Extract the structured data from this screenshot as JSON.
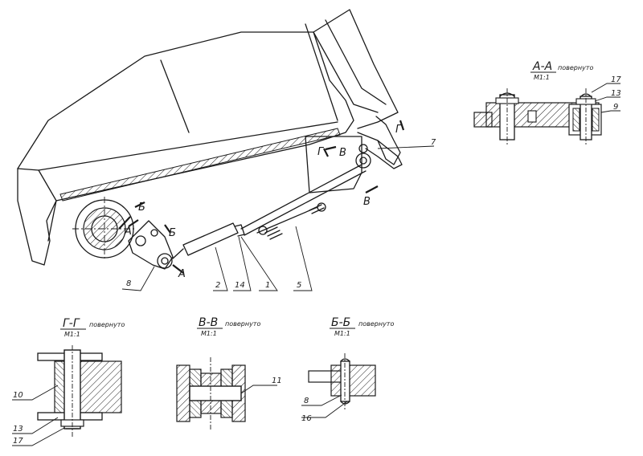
{
  "sections": {
    "aa": {
      "title": "А-А",
      "note": "повернуто",
      "scale": "М1:1"
    },
    "gg": {
      "title": "Г-Г",
      "note": "повернуто",
      "scale": "М1:1"
    },
    "vv": {
      "title": "В-В",
      "note": "повернуто",
      "scale": "М1:1"
    },
    "bb": {
      "title": "Б-Б",
      "note": "повернуто",
      "scale": "М1:1"
    }
  },
  "main_view": {
    "marks": {
      "a1": "А",
      "a2": "А",
      "b1": "Б",
      "b2": "Б",
      "v1": "В",
      "v2": "В",
      "g1": "Г",
      "g2": "Г"
    },
    "callouts": {
      "p7": "7",
      "p8": "8",
      "p2": "2",
      "p14": "14",
      "p1": "1",
      "p5": "5"
    }
  },
  "detail_callouts": {
    "aa_17": "17",
    "aa_13": "13",
    "aa_9": "9",
    "gg_10": "10",
    "gg_13": "13",
    "gg_17": "17",
    "vv_11": "11",
    "bb_8": "8",
    "bb_16": "16"
  },
  "colors": {
    "ink": "#1a1a1a",
    "paper": "#ffffff"
  }
}
